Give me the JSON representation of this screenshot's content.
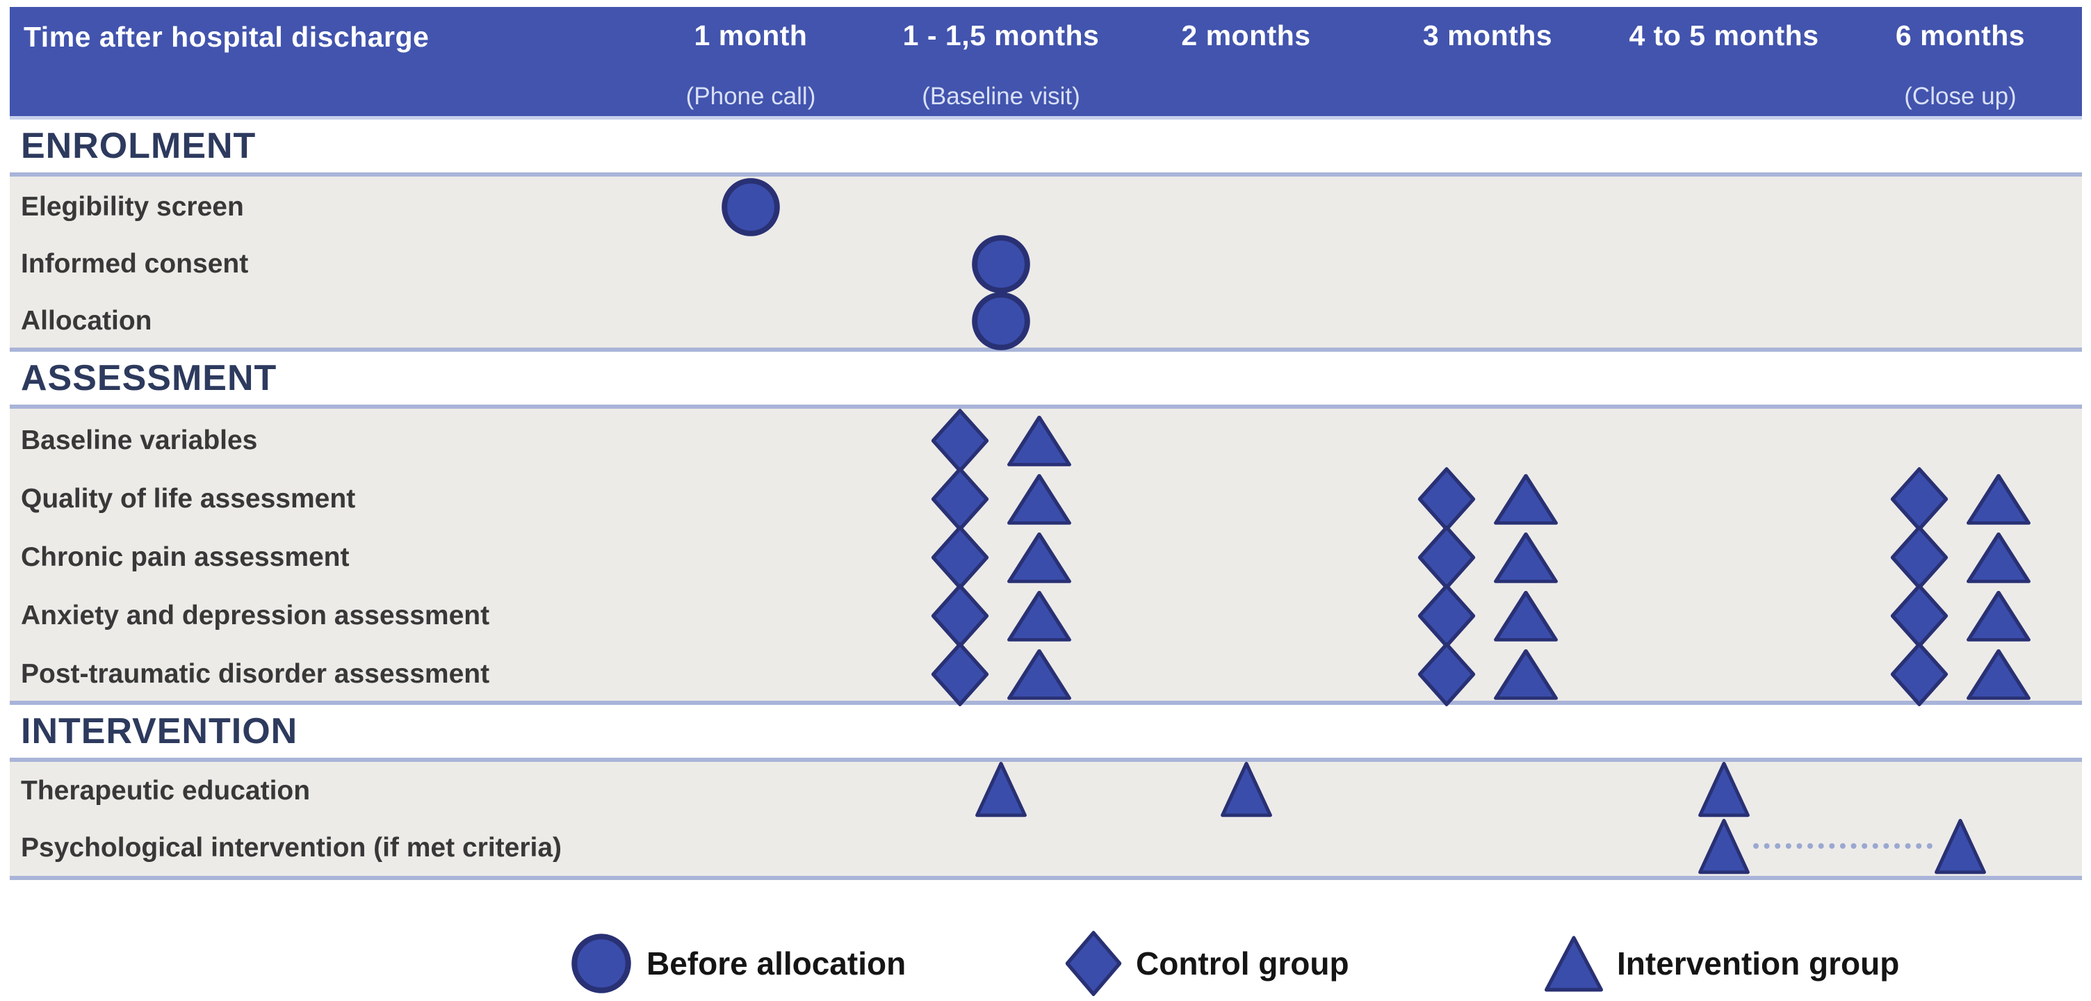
{
  "figure": {
    "header": {
      "row_label": "Time after hospital discharge",
      "columns": [
        {
          "title": "1 month",
          "subtitle": "(Phone call)"
        },
        {
          "title": "1 - 1,5 months",
          "subtitle": "(Baseline visit)"
        },
        {
          "title": "2 months",
          "subtitle": ""
        },
        {
          "title": "3 months",
          "subtitle": ""
        },
        {
          "title": "4 to 5 months",
          "subtitle": ""
        },
        {
          "title": "6 months",
          "subtitle": "(Close up)"
        }
      ]
    },
    "sections": [
      {
        "title": "ENROLMENT",
        "rows": [
          {
            "label": "Elegibility screen",
            "markers": [
              [
                "circle"
              ],
              [],
              [],
              [],
              [],
              []
            ]
          },
          {
            "label": "Informed consent",
            "markers": [
              [],
              [
                "circle"
              ],
              [],
              [],
              [],
              []
            ]
          },
          {
            "label": "Allocation",
            "markers": [
              [],
              [
                "circle"
              ],
              [],
              [],
              [],
              []
            ]
          }
        ]
      },
      {
        "title": "ASSESSMENT",
        "rows": [
          {
            "label": "Baseline variables",
            "markers": [
              [],
              [
                "diamond",
                "triangle"
              ],
              [],
              [],
              [],
              []
            ]
          },
          {
            "label": "Quality of life assessment",
            "markers": [
              [],
              [
                "diamond",
                "triangle"
              ],
              [],
              [
                "diamond",
                "triangle"
              ],
              [],
              [
                "diamond",
                "triangle"
              ]
            ]
          },
          {
            "label": "Chronic pain assessment",
            "markers": [
              [],
              [
                "diamond",
                "triangle"
              ],
              [],
              [
                "diamond",
                "triangle"
              ],
              [],
              [
                "diamond",
                "triangle"
              ]
            ]
          },
          {
            "label": "Anxiety and depression assessment",
            "markers": [
              [],
              [
                "diamond",
                "triangle"
              ],
              [],
              [
                "diamond",
                "triangle"
              ],
              [],
              [
                "diamond",
                "triangle"
              ]
            ]
          },
          {
            "label": "Post-traumatic disorder assessment",
            "markers": [
              [],
              [
                "diamond",
                "triangle"
              ],
              [],
              [
                "diamond",
                "triangle"
              ],
              [],
              [
                "diamond",
                "triangle"
              ]
            ]
          }
        ]
      },
      {
        "title": "INTERVENTION",
        "rows": [
          {
            "label": "Therapeutic education",
            "markers": [
              [],
              [
                "triangle_tall"
              ],
              [
                "triangle_tall"
              ],
              [],
              [
                "triangle_tall"
              ],
              []
            ]
          },
          {
            "label": "Psychological intervention (if met criteria)",
            "markers": [
              [],
              [],
              [],
              [],
              [
                "triangle_tall"
              ],
              [
                "triangle_tall"
              ]
            ],
            "connector": {
              "from_column": 4,
              "to_column": 5,
              "style": "dotted"
            }
          }
        ]
      }
    ],
    "legend": [
      {
        "marker": "circle",
        "label": "Before allocation"
      },
      {
        "marker": "diamond",
        "label": "Control group"
      },
      {
        "marker": "triangle",
        "label": "Intervention group"
      }
    ],
    "colors": {
      "header_bg": "#4254ad",
      "header_subtitle": "#d9e0f6",
      "rule": "#a9b4d8",
      "band_bg": "#edebe8",
      "section_title": "#2d3a5e",
      "row_label": "#383838",
      "marker_fill": "#3a4dab",
      "marker_stroke": "#293174",
      "connector": "#9aa8d0"
    }
  }
}
